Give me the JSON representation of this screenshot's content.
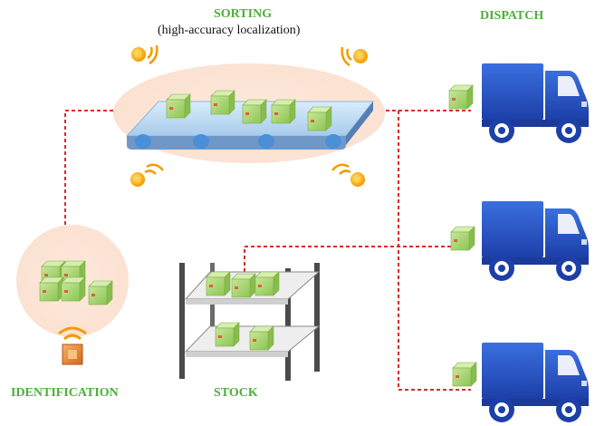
{
  "labels": {
    "sorting": "SORTING",
    "sorting_sub": "(high-accuracy localization)",
    "dispatch": "DISPATCH",
    "identification": "IDENTIFICATION",
    "stock": "STOCK"
  },
  "colors": {
    "stage_label": "#4caf3b",
    "link_line": "#d92b2b",
    "truck": "#2a56c6",
    "box": "#a9d46b",
    "sensor": "#f0a400",
    "halo": "#fbe4d6"
  },
  "icons": [
    "conveyor-belt-icon",
    "package-box-icon",
    "rfid-reader-icon",
    "localization-antenna-icon",
    "storage-shelf-icon",
    "delivery-truck-icon"
  ]
}
